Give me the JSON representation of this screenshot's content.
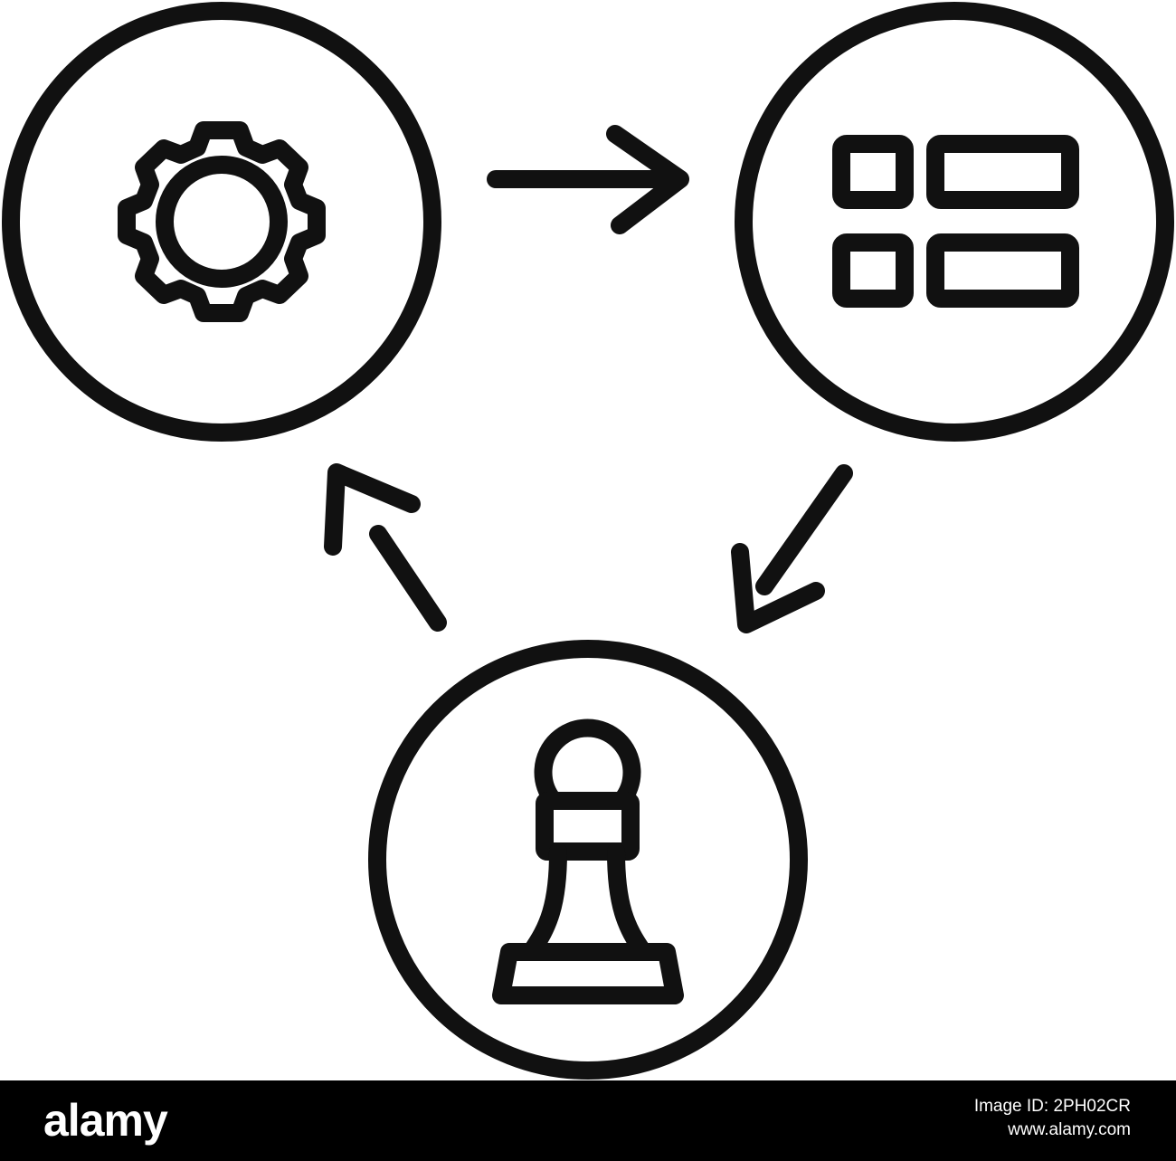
{
  "diagram": {
    "nodes": [
      {
        "id": "gear",
        "icon": "gear-icon"
      },
      {
        "id": "layout",
        "icon": "layout-grid-icon"
      },
      {
        "id": "strategy",
        "icon": "chess-pawn-icon"
      }
    ],
    "flow": [
      "gear",
      "layout",
      "strategy",
      "gear"
    ],
    "colors": {
      "stroke": "#111111",
      "background": "#ffffff"
    }
  },
  "footer": {
    "brand": "alamy",
    "image_id_label": "Image ID: 2PH02CR",
    "site": "www.alamy.com",
    "background_color": "#000000",
    "text_color": "#ffffff"
  }
}
